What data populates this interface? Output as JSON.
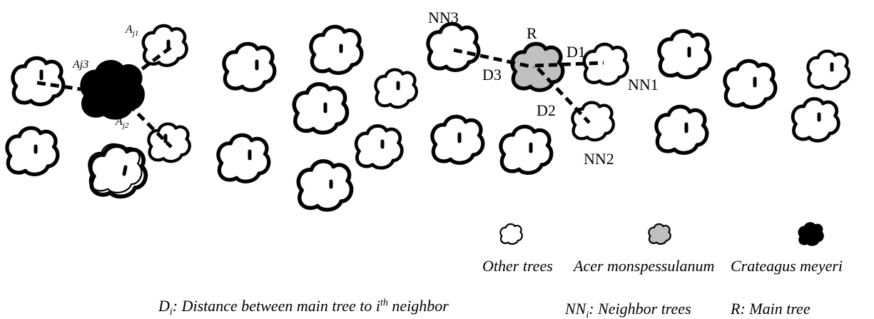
{
  "labels": {
    "nn3": "NN3",
    "r": "R",
    "d1": "D1",
    "d3": "D3",
    "nn1": "NN1",
    "d2": "D2",
    "nn2": "NN2",
    "aj1_main": "A",
    "aj1_sub": "j1",
    "aj3": "Aj3",
    "aj2_main": "A",
    "aj2_sub": "j2"
  },
  "legend": {
    "other_trees": "Other trees",
    "acer": "Acer monspessulanum",
    "crataegus": "Crateagus meyeri"
  },
  "definitions": {
    "d_main": "D",
    "d_sub": "i",
    "d_text_a": ": Distance between main tree to i",
    "d_sup": "th",
    "d_text_b": " neighbor",
    "nn_main": "NN",
    "nn_sub": "i",
    "nn_text": ": Neighbor trees",
    "r_text": "R: Main tree"
  },
  "colors": {
    "other": "#ffffff",
    "acer": "#c0c0c0",
    "crataegus": "#000000",
    "outline": "#000000"
  }
}
